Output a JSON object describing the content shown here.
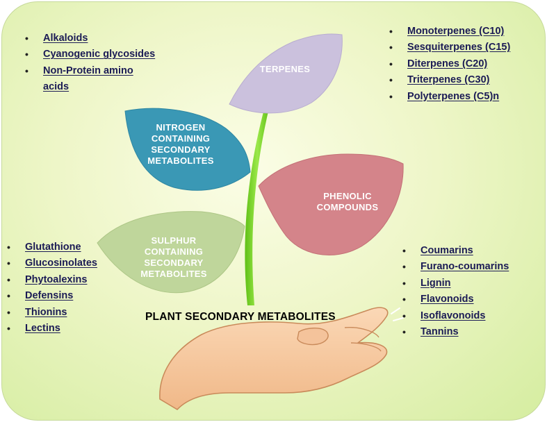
{
  "leaves": {
    "terpenes": [
      "TERPENES"
    ],
    "nitrogen": [
      "NITROGEN",
      "CONTAINING",
      "SECONDARY",
      "METABOLITES"
    ],
    "phenolic": [
      "PHENOLIC",
      "COMPOUNDS"
    ],
    "sulphur": [
      "SULPHUR",
      "CONTAINING",
      "SECONDARY",
      "METABOLITES"
    ]
  },
  "lists": {
    "nitrogen": [
      "Alkaloids",
      "Cyanogenic glycosides",
      "Non-Protein amino",
      "acids"
    ],
    "terpenes": [
      "Monoterpenes (C10)",
      "Sesquiterpenes (C15)",
      "Diterpenes (C20)",
      "Triterpenes (C30)",
      "Polyterpenes (C5)n"
    ],
    "sulphur": [
      "Glutathione",
      "Glucosinolates",
      "Phytoalexins",
      "Defensins",
      "Thionins",
      "Lectins"
    ],
    "phenolic": [
      "Coumarins",
      "Furano-coumarins",
      "Lignin",
      "Flavonoids",
      "Isoflavonoids",
      "Tannins"
    ]
  },
  "title": "PLANT SECONDARY METABOLITES",
  "colors": {
    "terpenes": "#c9bfdc",
    "nitrogen": "#3a98b5",
    "phenolic": "#d4848a",
    "sulphur": "#bdd49a",
    "stem": "#7ed321",
    "hand": "#f7c9a0"
  }
}
